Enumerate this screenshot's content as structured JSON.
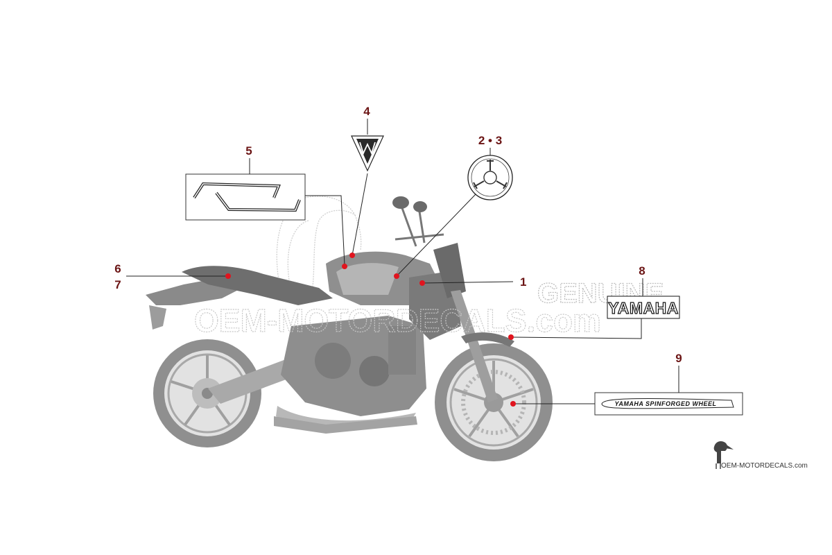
{
  "watermark": {
    "genuine": "GENUINE",
    "site": "OEM-MOTORDECALS.com"
  },
  "callouts": [
    {
      "id": "c1",
      "label": "1"
    },
    {
      "id": "c23",
      "label": "2 • 3"
    },
    {
      "id": "c4",
      "label": "4"
    },
    {
      "id": "c5",
      "label": "5"
    },
    {
      "id": "c6",
      "label": "6"
    },
    {
      "id": "c7",
      "label": "7"
    },
    {
      "id": "c8",
      "label": "8"
    },
    {
      "id": "c9",
      "label": "9"
    }
  ],
  "decals": {
    "brand_text": "YAMAHA",
    "wheel_text": "YAMAHA SPINFORGED WHEEL"
  },
  "logo": {
    "text": "OEM-MOTORDECALS.com"
  },
  "colors": {
    "callout_number": "#6b1414",
    "marker_dot": "#e0141e",
    "bike_body": "#9a9a9a",
    "watermark": "#c8c8c8"
  }
}
